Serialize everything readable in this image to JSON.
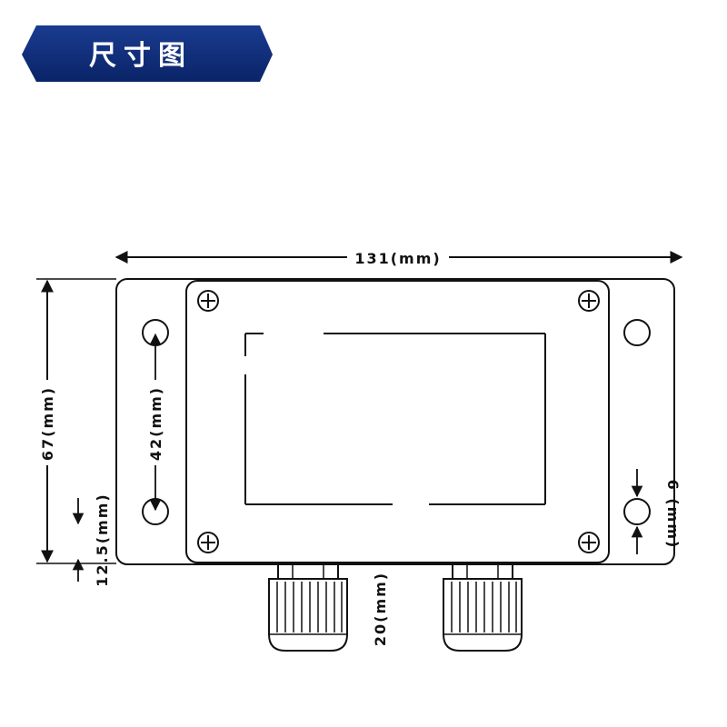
{
  "banner": {
    "title": "尺寸图",
    "color": "#0d2c7a"
  },
  "dimensions": {
    "total_width": "131(mm)",
    "total_height": "67(mm)",
    "hole_spacing": "42(mm)",
    "bottom_offset": "12.5(mm)",
    "gland_length": "20(mm)",
    "hole_diameter": "6 (mm)"
  },
  "icons": {
    "screw": "plus-screw-icon",
    "hole": "mounting-hole-icon",
    "gland": "cable-gland-icon"
  }
}
